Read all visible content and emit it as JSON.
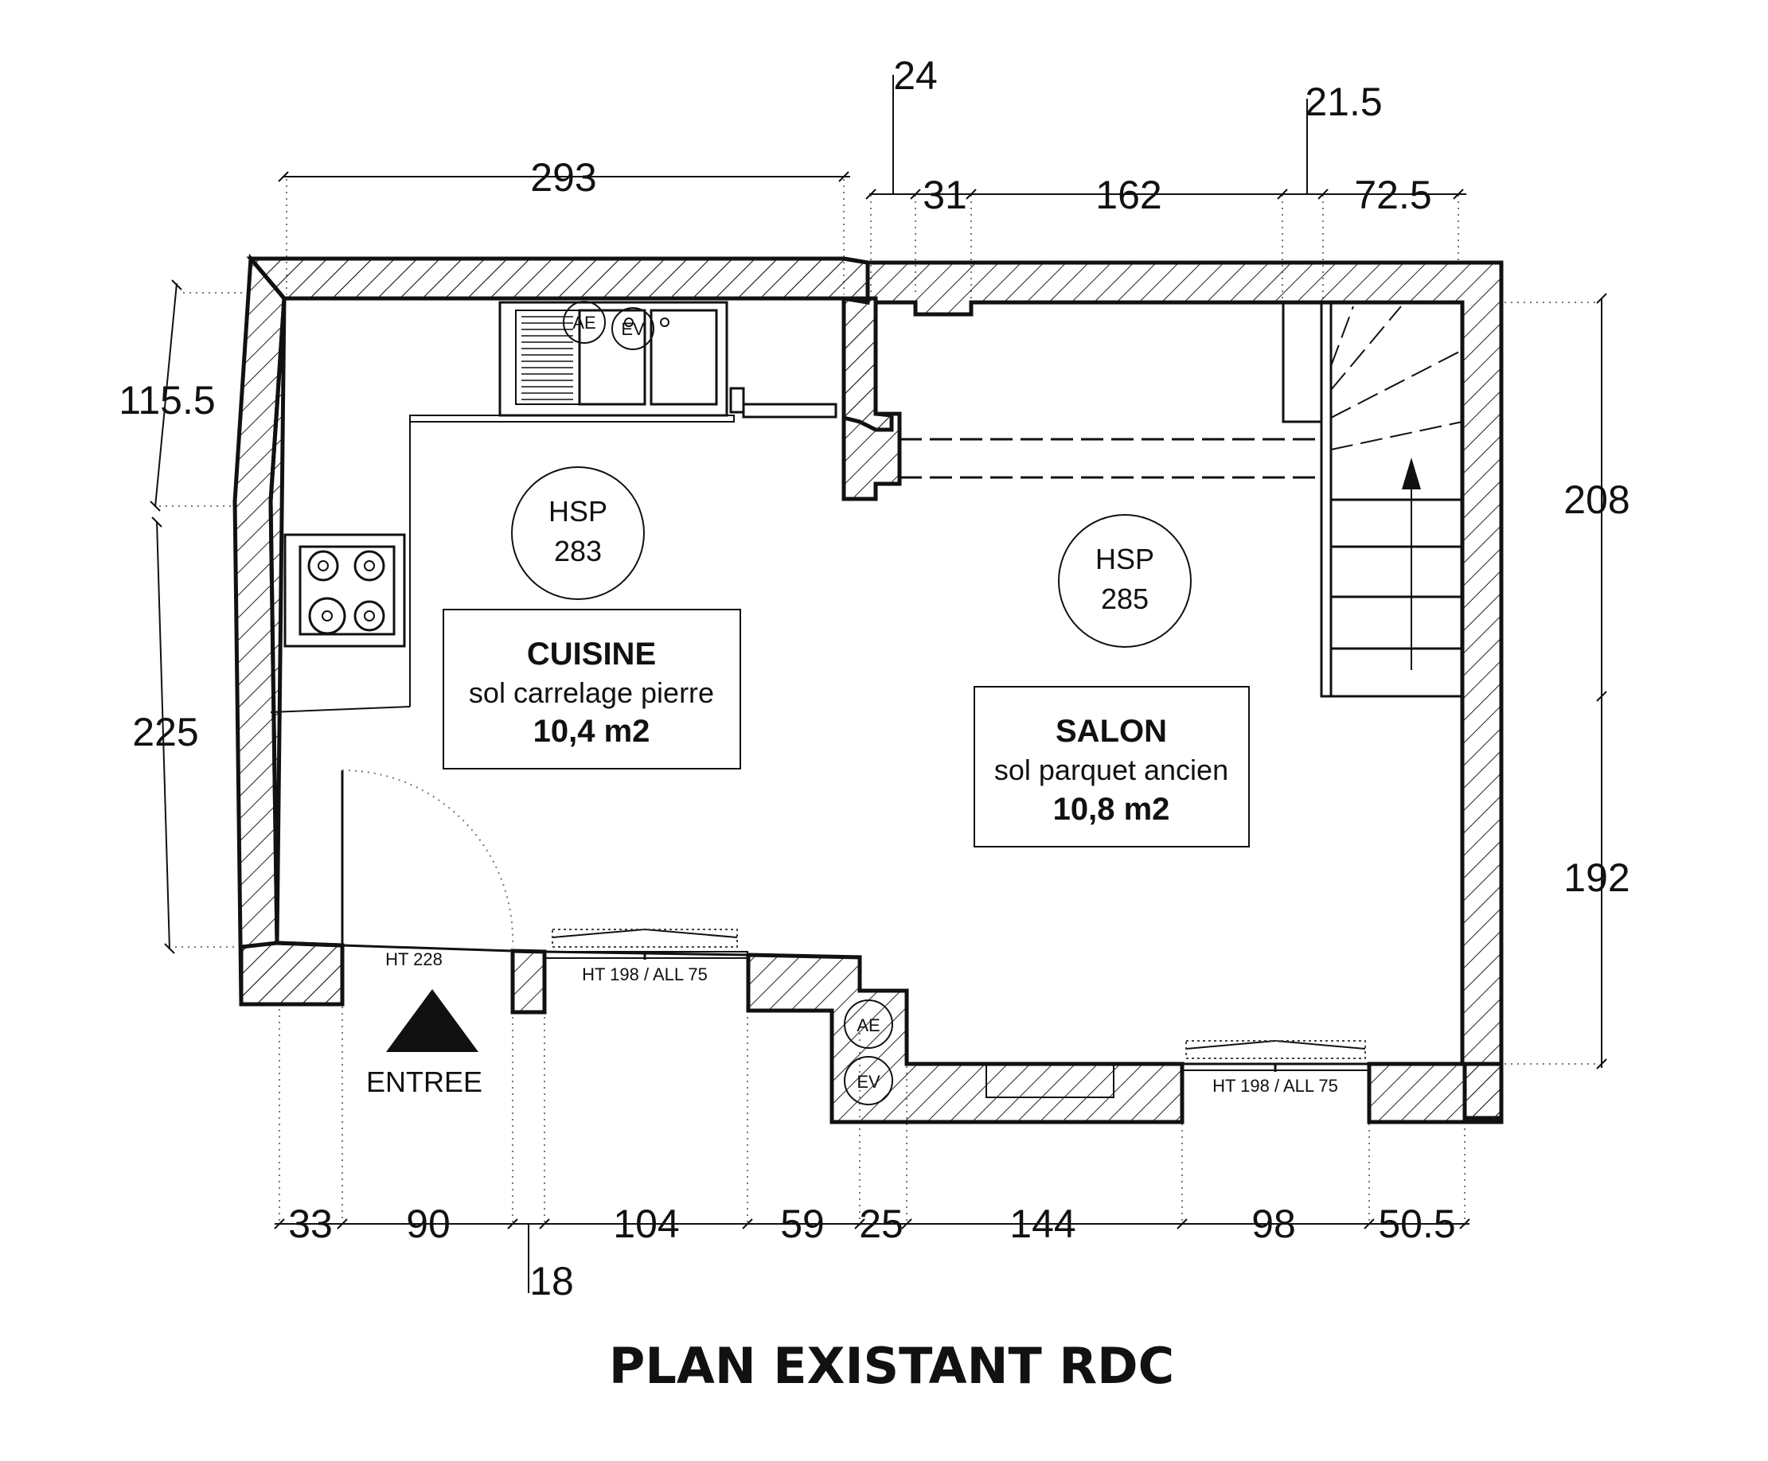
{
  "plan": {
    "title": "PLAN EXISTANT RDC",
    "entrance_label": "ENTREE",
    "rooms": [
      {
        "name": "CUISINE",
        "floor": "sol carrelage pierre",
        "area": "10,4 m2"
      },
      {
        "name": "SALON",
        "floor": "sol parquet ancien",
        "area": "10,8 m2"
      }
    ],
    "ceiling_heights": [
      {
        "label": "HSP",
        "value": "283"
      },
      {
        "label": "HSP",
        "value": "285"
      }
    ],
    "openings": {
      "entrance_door": "HT 228",
      "window_front": "HT 198 / ALL 75",
      "window_right": "HT 198 / ALL 75"
    },
    "markers": {
      "ae": "AE",
      "ev": "EV"
    },
    "dimensions": {
      "top": [
        "293",
        "31",
        "162",
        "72.5"
      ],
      "top_callouts": [
        "24",
        "21.5"
      ],
      "left": [
        "115.5",
        "225"
      ],
      "right": [
        "208",
        "192"
      ],
      "bottom": [
        "33",
        "90",
        "104",
        "59",
        "25",
        "144",
        "98",
        "50.5"
      ],
      "bottom_callout": "18"
    }
  }
}
